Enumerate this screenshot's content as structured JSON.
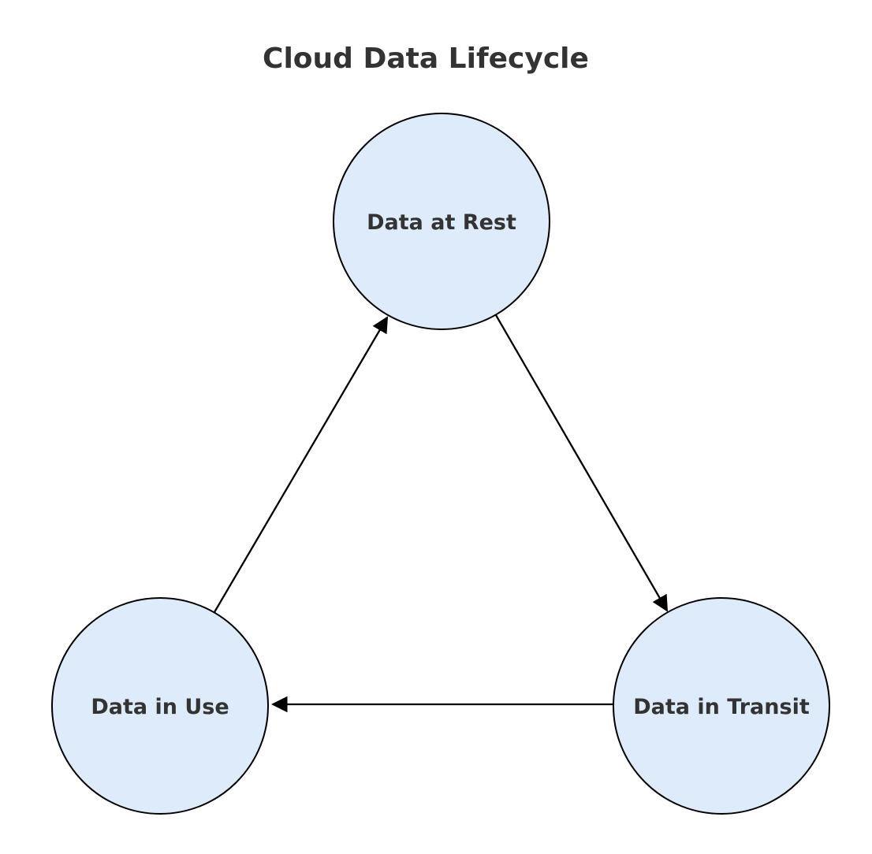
{
  "diagram": {
    "title": "Cloud Data Lifecycle",
    "type": "cycle-diagram",
    "colors": {
      "node_fill": "#deebfa",
      "node_stroke": "#000000",
      "arrow": "#000000",
      "text": "#333333",
      "background": "#ffffff"
    },
    "nodes": [
      {
        "id": "data-at-rest",
        "label": "Data at Rest"
      },
      {
        "id": "data-in-use",
        "label": "Data in Use"
      },
      {
        "id": "data-in-transit",
        "label": "Data in Transit"
      }
    ],
    "edges": [
      {
        "from": "Data in Use",
        "to": "Data at Rest",
        "direction": "up-right"
      },
      {
        "from": "Data at Rest",
        "to": "Data in Transit",
        "direction": "down-right"
      },
      {
        "from": "Data in Transit",
        "to": "Data in Use",
        "direction": "left"
      }
    ]
  }
}
